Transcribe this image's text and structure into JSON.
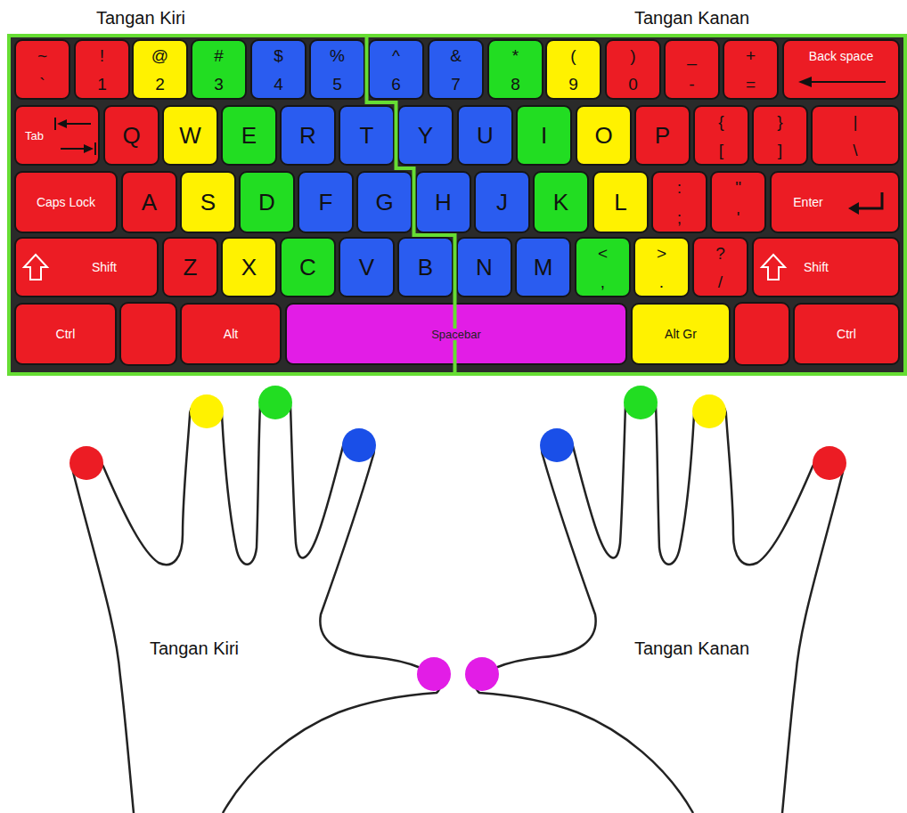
{
  "diagram": {
    "nodes": [
      {
        "text": [
          "~",
          "`"
        ]
      },
      {
        "text": [
          "!",
          "1"
        ]
      },
      {
        "text": [
          "@",
          "2"
        ]
      },
      {
        "text": [
          "#",
          "3"
        ]
      },
      {
        "text": [
          "$",
          "4"
        ]
      },
      {
        "text": [
          "%",
          "5"
        ]
      },
      {
        "text": [
          "^",
          "6"
        ]
      },
      {
        "text": [
          "&",
          "7"
        ]
      },
      {
        "text": [
          "*",
          "8"
        ]
      },
      {
        "text": [
          "(",
          "9"
        ]
      },
      {
        "text": [
          ")",
          "0"
        ]
      },
      {
        "text": [
          "_",
          "-"
        ]
      },
      {
        "text": [
          "+",
          "="
        ]
      },
      {
        "text": [
          "Back space"
        ]
      },
      {
        "text": [
          "Tab"
        ]
      },
      {
        "text": [
          "Q"
        ]
      },
      {
        "text": [
          "W"
        ]
      },
      {
        "text": [
          "E"
        ]
      },
      {
        "text": [
          "R"
        ]
      },
      {
        "text": [
          "T"
        ]
      },
      {
        "text": [
          "Y"
        ]
      },
      {
        "text": [
          "U"
        ]
      },
      {
        "text": [
          "I"
        ]
      },
      {
        "text": [
          "O"
        ]
      },
      {
        "text": [
          "P"
        ]
      },
      {
        "text": [
          "{",
          "["
        ]
      },
      {
        "text": [
          "}",
          "]"
        ]
      },
      {
        "text": [
          "|",
          "\\"
        ]
      },
      {
        "text": [
          "Caps Lock"
        ]
      },
      {
        "text": [
          "A"
        ]
      },
      {
        "text": [
          "S"
        ]
      },
      {
        "text": [
          "D"
        ]
      },
      {
        "text": [
          "F"
        ]
      },
      {
        "text": [
          "G"
        ]
      },
      {
        "text": [
          "H"
        ]
      },
      {
        "text": [
          "J"
        ]
      },
      {
        "text": [
          "K"
        ]
      },
      {
        "text": [
          "L"
        ]
      },
      {
        "text": [
          ":",
          ";"
        ]
      },
      {
        "text": [
          "\"",
          "'"
        ]
      },
      {
        "text": [
          "Enter"
        ]
      },
      {
        "text": [
          "Shift"
        ]
      },
      {
        "text": [
          "Z"
        ]
      },
      {
        "text": [
          "X"
        ]
      },
      {
        "text": [
          "C"
        ]
      },
      {
        "text": [
          "V"
        ]
      },
      {
        "text": [
          "B"
        ]
      },
      {
        "text": [
          "N"
        ]
      },
      {
        "text": [
          "M"
        ]
      },
      {
        "text": [
          "<",
          ","
        ]
      },
      {
        "text": [
          ">",
          "."
        ]
      },
      {
        "text": [
          "?",
          "/"
        ]
      },
      {
        "text": [
          "Shift"
        ]
      },
      {
        "text": [
          "Ctrl"
        ]
      },
      {
        "text": [
          "Alt"
        ]
      },
      {
        "text": [
          "Spacebar"
        ]
      },
      {
        "text": [
          "Alt Gr"
        ]
      },
      {
        "text": [
          "Ctrl"
        ]
      }
    ],
    "labels": [
      "Tangan Kiri",
      "Tangan Kanan",
      "Tangan Kiri",
      "Tangan Kanan"
    ]
  }
}
